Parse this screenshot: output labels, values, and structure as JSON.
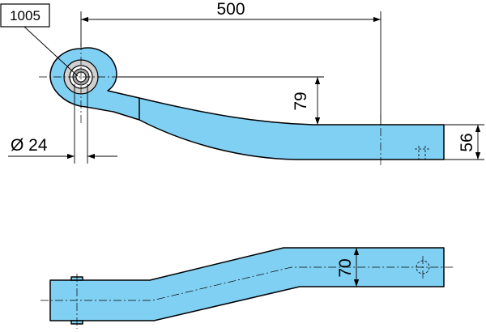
{
  "drawing": {
    "part_label": "1005",
    "dimensions": {
      "length": "500",
      "drop": "79",
      "thickness": "56",
      "eye_diameter": "Ø 24",
      "width": "70"
    },
    "colors": {
      "part_fill": "#80d0f4",
      "line": "#000000"
    }
  }
}
